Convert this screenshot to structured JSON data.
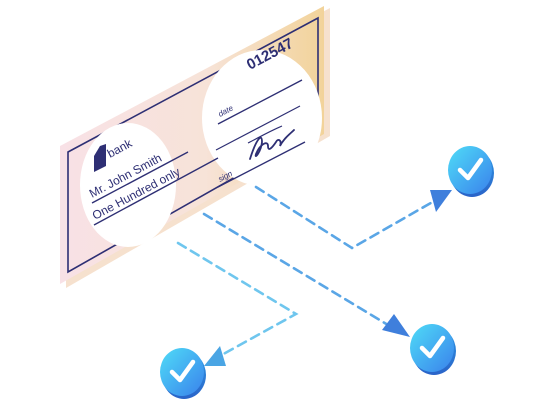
{
  "check": {
    "number": "012547",
    "bank_name": "bank",
    "payee": "Mr. John Smith",
    "amount_words": "One Hundred only",
    "date_label": "date",
    "sign_label": "sign"
  },
  "icons": {
    "bank": "bank-building-icon",
    "check_mark": "check-circle-icon",
    "signature": "signature-scribble"
  },
  "colors": {
    "ink": "#2e2f74",
    "check_fill_left": "#f7dfe4",
    "check_fill_right": "#f3d6a1",
    "bubble_fill": "#ffffff",
    "badge_top": "#47d7f5",
    "badge_bottom": "#3a86ee",
    "arrow_light": "#7fd3ef",
    "arrow_dark": "#3b7fd9"
  }
}
